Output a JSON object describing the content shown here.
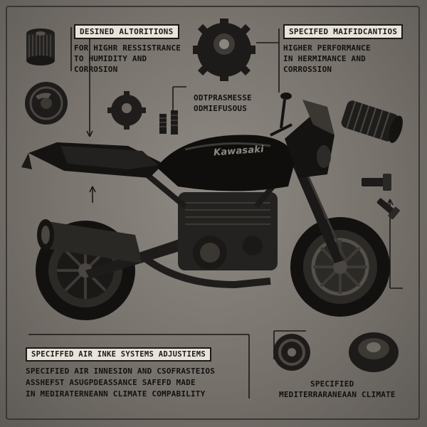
{
  "top_left": {
    "title": "DESINED ALTORITIONS",
    "lines": [
      "FOR HIGHR RESSISTRANCE",
      "TO HUMIDITY AND",
      "CORROSION"
    ]
  },
  "top_right": {
    "title": "SPECIFED MAIFIDCANTIOS",
    "lines": [
      "HIGHER PERFORMANCE",
      "IN HERMIMANCE AND",
      "CORROSSION"
    ]
  },
  "center_note": {
    "lines": [
      "ODTPRASMESSE",
      "ODMIEFUSOUS"
    ]
  },
  "brand": "Kawasaki",
  "bottom_left": {
    "title": "SPECIFFED AIR INKE SYSTEMS ADJUSTIEMS",
    "lines": [
      "SPECIFIED AIR INNESION AND CSOFRASTEIOS",
      "ASSHEFST ASUGPDEASSANCE SAFEFD MADE",
      "IN MEDIRATERNEANN CLIMATE  COMPABILITY"
    ]
  },
  "bottom_right": {
    "lines": [
      "SPECIFIED",
      "MEDITERRARANEAAN  CLIMATE"
    ]
  },
  "colors": {
    "background": "#7a756f",
    "ink": "#141311",
    "label_box": "#e9e4da"
  },
  "icons": [
    "filter-cylinder-icon",
    "gear-part-icon",
    "coil-spring-icon",
    "intake-bellows-icon",
    "bolt-icon",
    "brake-disc-icon"
  ]
}
